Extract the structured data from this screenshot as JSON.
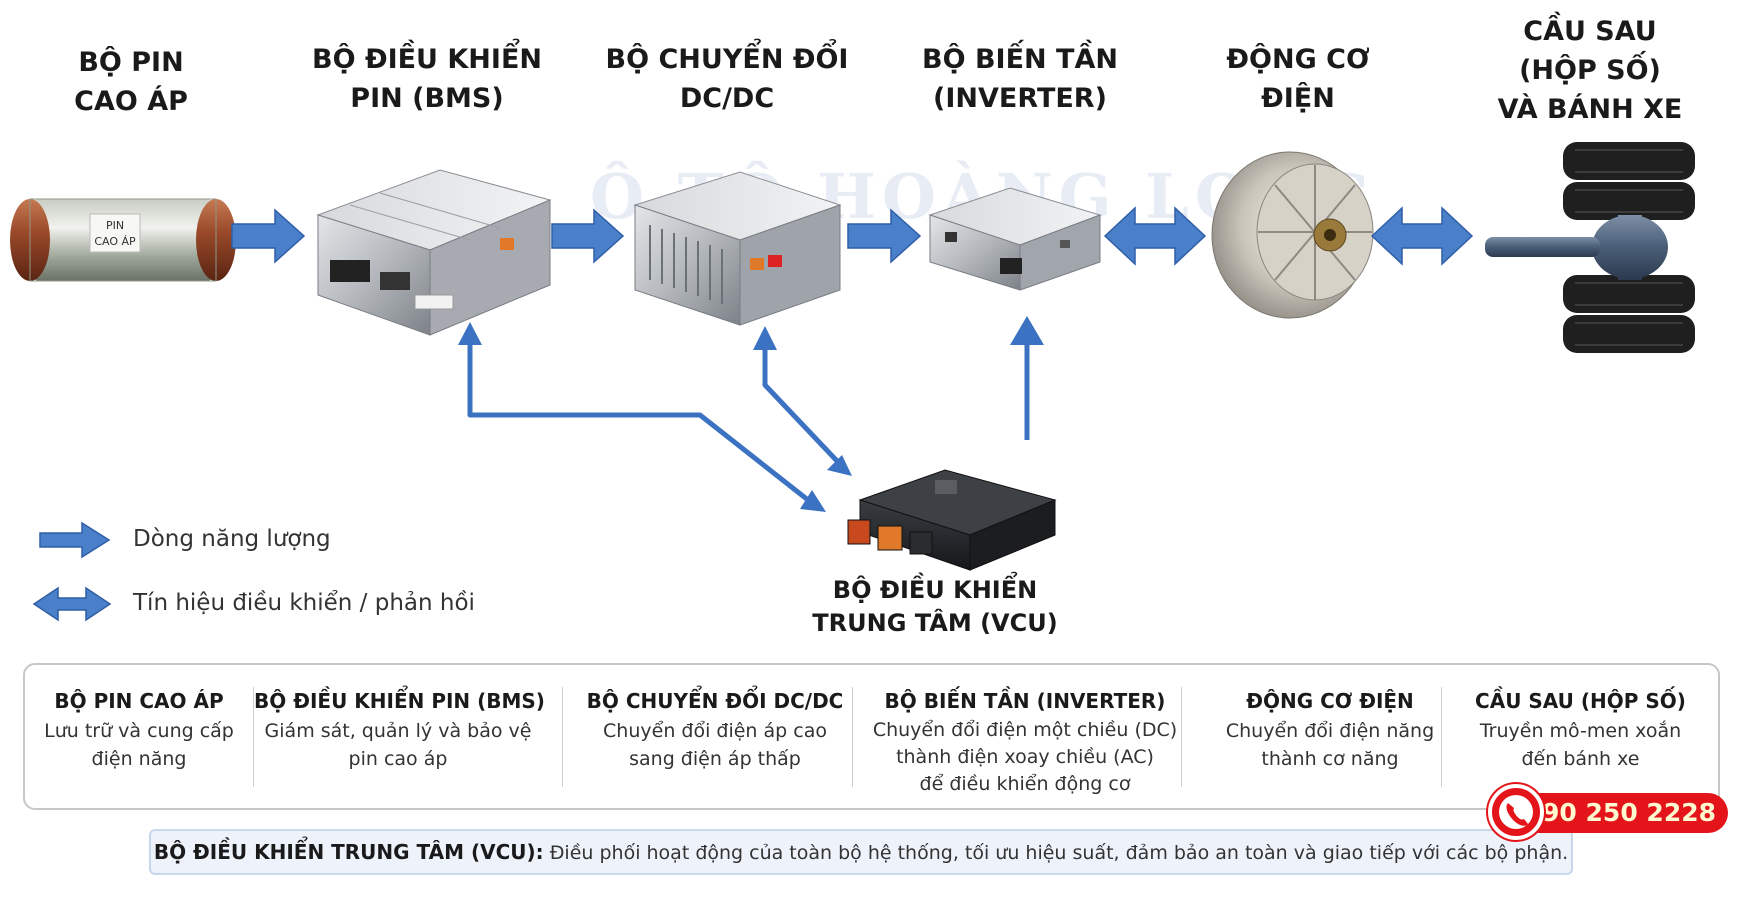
{
  "titles": [
    {
      "lines": [
        "BỘ PIN",
        "CAO ÁP"
      ]
    },
    {
      "lines": [
        "BỘ ĐIỀU KHIỂN",
        "PIN (BMS)"
      ]
    },
    {
      "lines": [
        "BỘ CHUYỂN ĐỔI",
        "DC/DC"
      ]
    },
    {
      "lines": [
        "BỘ BIẾN TẦN",
        "(INVERTER)"
      ]
    },
    {
      "lines": [
        "ĐỘNG CƠ",
        "ĐIỆN"
      ]
    },
    {
      "lines": [
        "CẦU SAU",
        "(HỘP SỐ)",
        "VÀ BÁNH XE"
      ]
    }
  ],
  "battery_label": [
    "PIN",
    "CAO ÁP"
  ],
  "watermark": "Ô TÔ HOÀNG LONG",
  "vcu": {
    "lines": [
      "BỘ ĐIỀU KHIỂN",
      "TRUNG TÂM (VCU)"
    ]
  },
  "legend": {
    "energy": "Dòng năng lượng",
    "signal": "Tín hiệu điều khiển / phản hồi"
  },
  "descriptions": [
    {
      "title": "BỘ PIN CAO ÁP",
      "lines": [
        "Lưu trữ và cung cấp",
        "điện năng"
      ]
    },
    {
      "title": "BỘ ĐIỀU KHIỂN PIN (BMS)",
      "lines": [
        "Giám sát, quản lý và bảo vệ",
        "pin cao áp"
      ]
    },
    {
      "title": "BỘ CHUYỂN ĐỔI DC/DC",
      "lines": [
        "Chuyển đổi điện áp cao",
        "sang điện áp thấp"
      ]
    },
    {
      "title": "BỘ BIẾN TẦN (INVERTER)",
      "lines": [
        "Chuyển đổi điện một chiều (DC)",
        "thành điện xoay chiều (AC)",
        "để điều khiển động cơ"
      ]
    },
    {
      "title": "ĐỘNG CƠ ĐIỆN",
      "lines": [
        "Chuyển đổi điện năng",
        "thành cơ năng"
      ]
    },
    {
      "title": "CẦU SAU (HỘP SỐ)",
      "lines": [
        "Truyền mô-men xoắn",
        "đến bánh xe"
      ]
    }
  ],
  "note": {
    "label": "BỘ ĐIỀU KHIỂN TRUNG TÂM (VCU):",
    "text": " Điều phối hoạt động của toàn bộ hệ thống, tối ưu hiệu suất, đảm bảo an toàn và giao tiếp với các bộ phận."
  },
  "phone": "090 250 2228",
  "colors": {
    "arrow": "#4a7fc9",
    "arrow_dark": "#2f5fa8",
    "phone": "#e3151a"
  }
}
